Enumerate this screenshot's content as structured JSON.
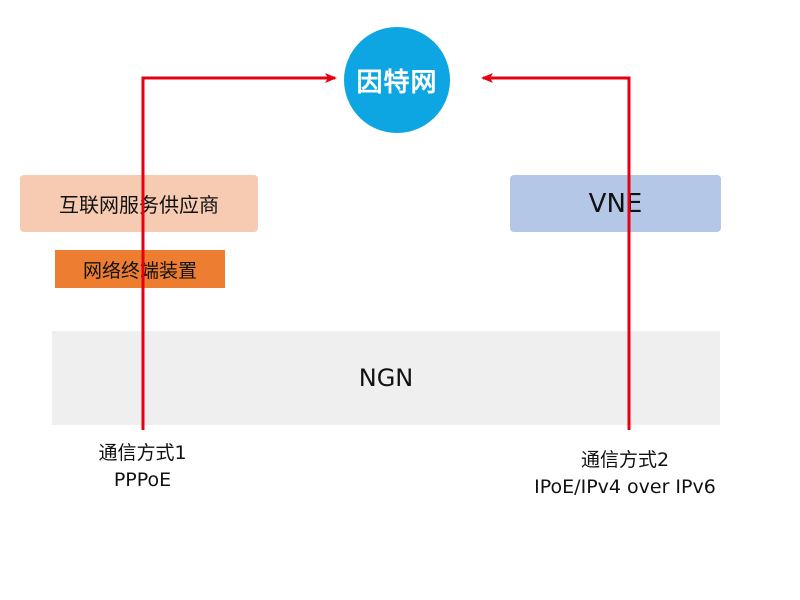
{
  "nodes": {
    "internet": "因特网",
    "isp": "互联网服务供应商",
    "terminal": "网络终端装置",
    "vne": "VNE",
    "ngn": "NGN"
  },
  "methods": [
    {
      "title": "通信方式1",
      "protocol": "PPPoE"
    },
    {
      "title": "通信方式2",
      "protocol": "IPoE/IPv4 over IPv6"
    }
  ],
  "colors": {
    "internet": "#0ea5e3",
    "isp": "#f7cbb1",
    "terminal": "#ed7d31",
    "vne": "#b4c7e7",
    "ngn": "#efefef",
    "arrow": "#e60012"
  }
}
